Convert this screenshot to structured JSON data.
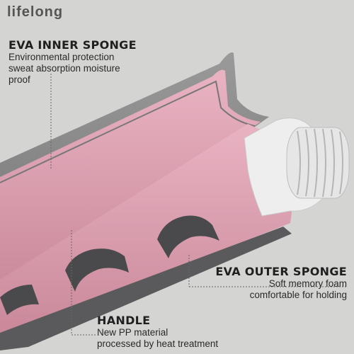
{
  "brand": {
    "logo_text": "lifelong"
  },
  "callouts": {
    "inner_sponge": {
      "title": "EVA INNER SPONGE",
      "lines": [
        "Environmental protection",
        "sweat absorption moisture",
        "proof"
      ]
    },
    "outer_sponge": {
      "title": "EVA OUTER SPONGE",
      "lines": [
        "Soft memory foam",
        "comfortable for holding"
      ]
    },
    "handle": {
      "title": "HANDLE",
      "lines": [
        "New PP material",
        "processed by heat treatment"
      ]
    }
  },
  "colors": {
    "background": "#d4d4d2",
    "foam_pink": "#dfa0b1",
    "grip_dark": "#4a4a4c",
    "core_white": "#f2f2f2",
    "inner_gray": "#8b8b8b"
  }
}
